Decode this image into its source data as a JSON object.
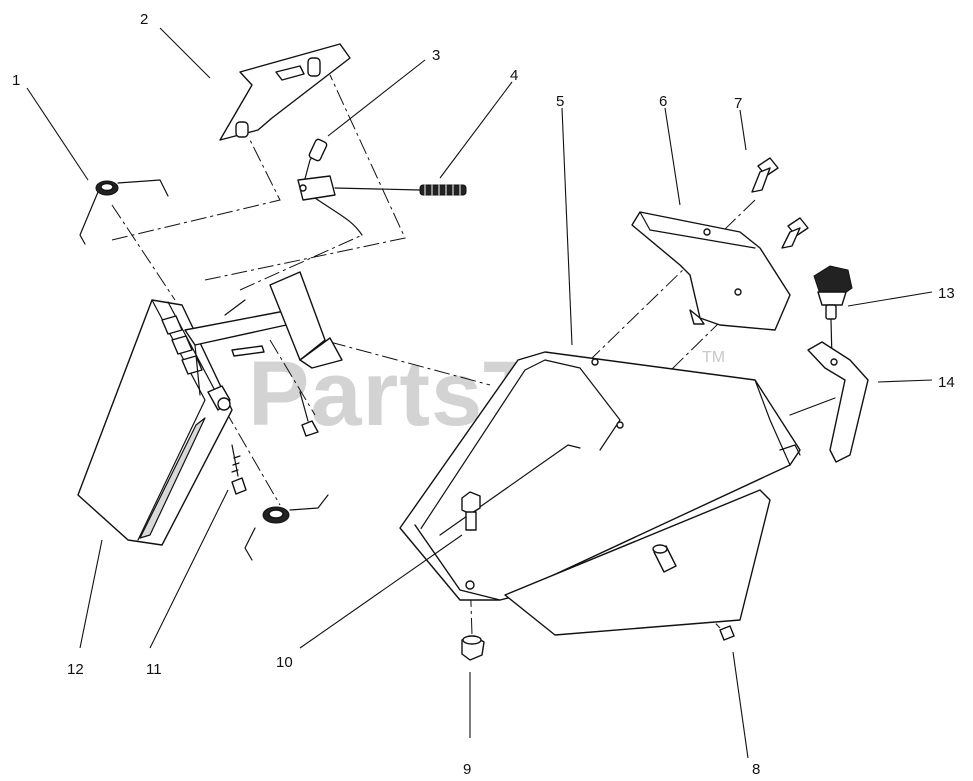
{
  "watermark": {
    "brand": "PartsTree",
    "trademark": "TM"
  },
  "callouts": [
    {
      "id": "1",
      "label": "1"
    },
    {
      "id": "2",
      "label": "2"
    },
    {
      "id": "3",
      "label": "3"
    },
    {
      "id": "4",
      "label": "4"
    },
    {
      "id": "5",
      "label": "5"
    },
    {
      "id": "6",
      "label": "6"
    },
    {
      "id": "7",
      "label": "7"
    },
    {
      "id": "8",
      "label": "8"
    },
    {
      "id": "9",
      "label": "9"
    },
    {
      "id": "10",
      "label": "10"
    },
    {
      "id": "11",
      "label": "11"
    },
    {
      "id": "12",
      "label": "12"
    },
    {
      "id": "13",
      "label": "13"
    },
    {
      "id": "14",
      "label": "14"
    }
  ]
}
